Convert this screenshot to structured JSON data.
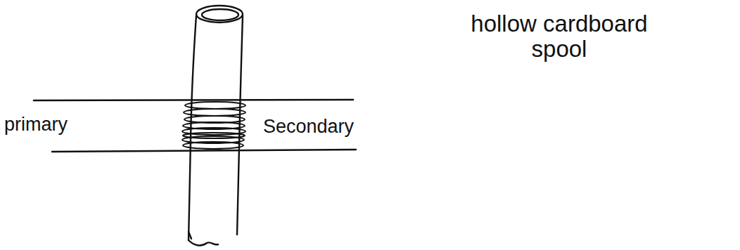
{
  "diagram": {
    "labels": [
      "hollow cardboard spool",
      "primary",
      "Secondary"
    ]
  }
}
